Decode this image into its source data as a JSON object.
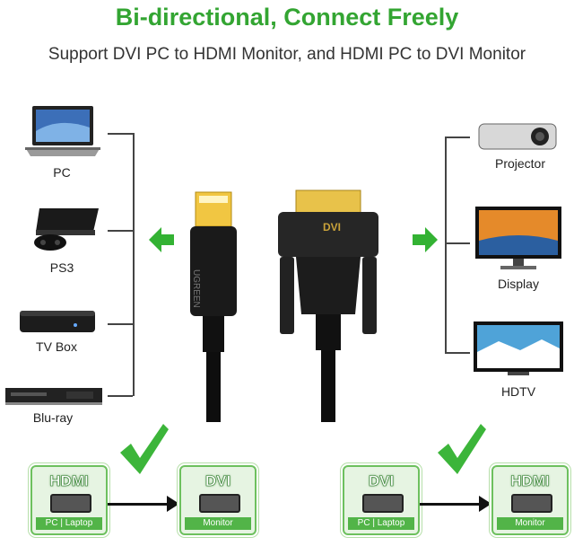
{
  "header": {
    "title": "Bi-directional, Connect Freely",
    "subtitle": "Support DVI PC to HDMI Monitor, and HDMI PC to DVI Monitor"
  },
  "left_devices": [
    {
      "label": "PC",
      "icon": "laptop-icon"
    },
    {
      "label": "PS3",
      "icon": "game-console-icon"
    },
    {
      "label": "TV Box",
      "icon": "tv-box-icon"
    },
    {
      "label": "Blu-ray",
      "icon": "bluray-player-icon"
    }
  ],
  "right_devices": [
    {
      "label": "Projector",
      "icon": "projector-icon"
    },
    {
      "label": "Display",
      "icon": "monitor-icon"
    },
    {
      "label": "HDTV",
      "icon": "tv-icon"
    }
  ],
  "cable": {
    "dvi_plug_label": "DVI",
    "brand": "UGREEN"
  },
  "bottom_left": {
    "source": {
      "head": "HDMI",
      "foot": "PC | Laptop"
    },
    "target": {
      "head": "DVI",
      "foot": "Monitor"
    }
  },
  "bottom_right": {
    "source": {
      "head": "DVI",
      "foot": "PC | Laptop"
    },
    "target": {
      "head": "HDMI",
      "foot": "Monitor"
    }
  },
  "colors": {
    "accent_green": "#33a532",
    "box_fill": "#e6f4e2",
    "box_border": "#6dc05e"
  }
}
